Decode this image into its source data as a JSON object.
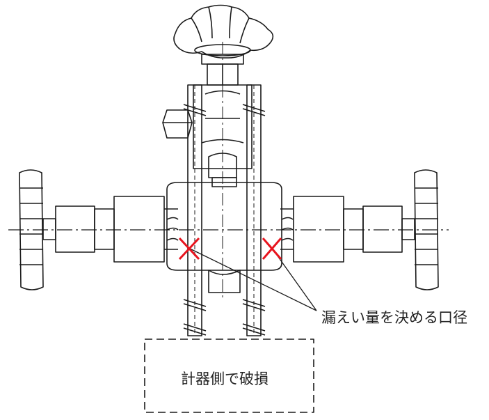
{
  "labels": {
    "orifice": "漏えい量を決める口径",
    "damage": "計器側で破損"
  },
  "colors": {
    "line": "#1a1a1a",
    "marker": "#e8141e",
    "background": "#ffffff"
  },
  "icons": [
    "handwheel-top",
    "handwheel-left",
    "handwheel-right",
    "hex-nut",
    "leak-marker-x"
  ]
}
